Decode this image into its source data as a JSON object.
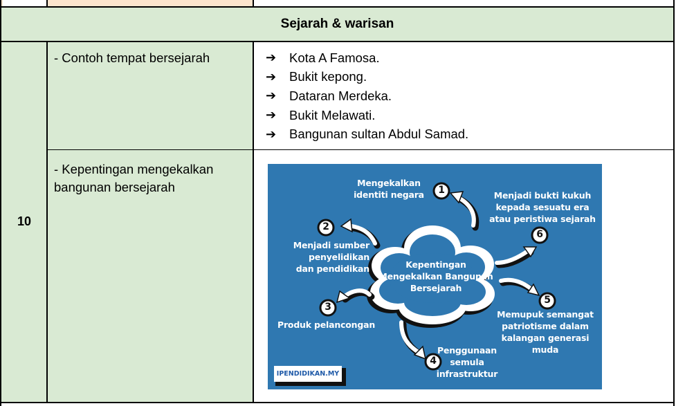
{
  "section": {
    "title": "Sejarah & warisan"
  },
  "row": {
    "number": "10",
    "topic1": "- Contoh tempat bersejarah",
    "topic2_line1": "- Kepentingan mengekalkan",
    "topic2_line2": "bangunan bersejarah",
    "bullet_glyph": "➔",
    "places": [
      "Kota A Famosa.",
      "Bukit kepong.",
      "Dataran Merdeka.",
      "Bukit Melawati.",
      "Bangunan sultan Abdul Samad."
    ]
  },
  "infographic": {
    "background_color": "#2f78b1",
    "center": [
      "Kepentingan",
      "Mengekalkan Bangunan",
      "Bersejarah"
    ],
    "brand": "IPENDIDIKAN.MY",
    "points": [
      {
        "number": "1",
        "lines": [
          "Mengekalkan",
          "identiti negara"
        ]
      },
      {
        "number": "2",
        "lines": [
          "Menjadi sumber",
          "penyelidikan",
          "dan pendidikan"
        ]
      },
      {
        "number": "3",
        "lines": [
          "Produk pelancongan"
        ]
      },
      {
        "number": "4",
        "lines": [
          "Penggunaan",
          "semula",
          "infrastruktur"
        ]
      },
      {
        "number": "5",
        "lines": [
          "Memupuk semangat",
          "patriotisme dalam",
          "kalangan generasi",
          "muda"
        ]
      },
      {
        "number": "6",
        "lines": [
          "Menjadi bukti kukuh",
          "kepada sesuatu era",
          "atau peristiwa sejarah"
        ]
      }
    ]
  }
}
